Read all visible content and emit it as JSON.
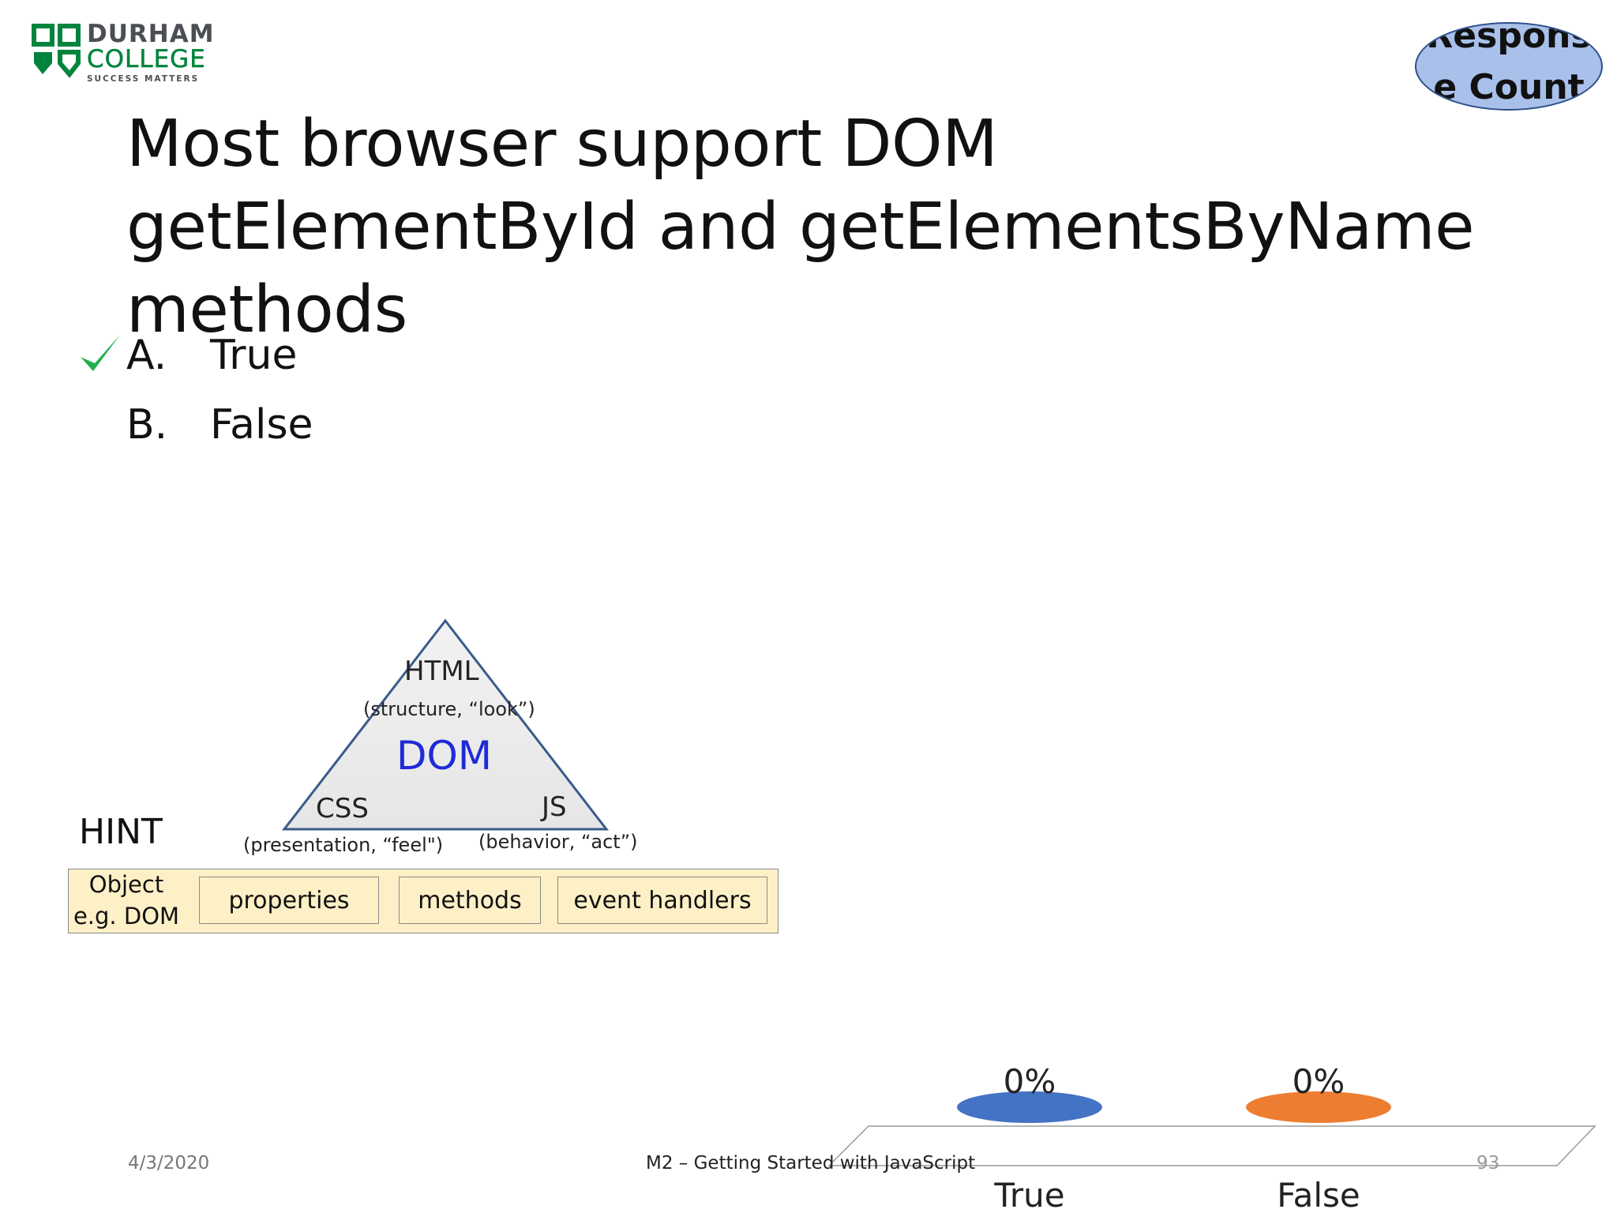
{
  "logo": {
    "line1": "DURHAM",
    "line2": "COLLEGE",
    "tagline": "SUCCESS MATTERS"
  },
  "badge": {
    "line1": "Respons",
    "line2": "e Count",
    "color": "#a9c0ea"
  },
  "title": "Most browser support DOM getElementById and getElementsByName methods",
  "options": [
    {
      "letter": "A.",
      "text": "True",
      "correct": true
    },
    {
      "letter": "B.",
      "text": "False",
      "correct": false
    }
  ],
  "hint": {
    "label": "HINT",
    "triangle": {
      "top": "HTML",
      "top_sub": "(structure, “look”)",
      "center": "DOM",
      "left": "CSS",
      "left_sub": "(presentation, “feel\")",
      "right": "JS",
      "right_sub": "(behavior, “act”)"
    },
    "object_label": "Object e.g. DOM",
    "cells": [
      "properties",
      "methods",
      "event handlers"
    ]
  },
  "chart_data": {
    "type": "bar",
    "categories": [
      "True",
      "False"
    ],
    "values": [
      0,
      0
    ],
    "data_labels": [
      "0%",
      "0%"
    ],
    "colors": [
      "#4472c4",
      "#ed7d31"
    ],
    "ylim": [
      0,
      100
    ]
  },
  "footer": {
    "date": "4/3/2020",
    "course": "M2 – Getting Started with JavaScript",
    "page": "93"
  },
  "colors": {
    "check": "#22b14c",
    "dom_label": "#1f2bd8",
    "hint_fill": "#fdf0c6"
  }
}
